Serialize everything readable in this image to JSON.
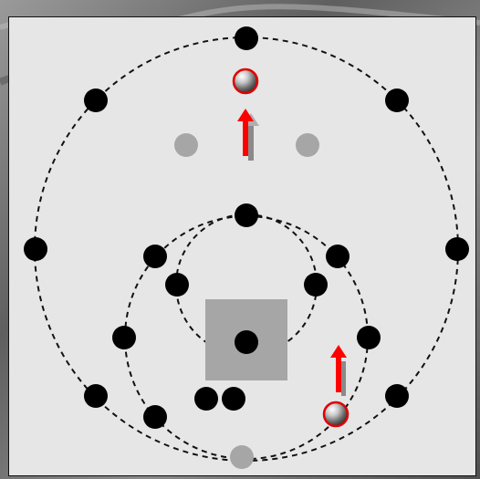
{
  "scene": {
    "colors": {
      "panel": "#e6e6e6",
      "ring": "#111111",
      "node": "#000000",
      "node_inactive": "#a6a6a6",
      "center_square": "#a6a6a6",
      "arrow_primary": "#ff0000",
      "arrow_shadow": "#8a8a8a",
      "marker_outline": "#e00000",
      "backdrop": "#7a7a7a"
    },
    "elements": {
      "outer_ring": "dashed",
      "middle_ring": "dashed",
      "inner_ring": "dashed",
      "center_square": "filled",
      "markers": 2,
      "arrows": 2,
      "inactive_nodes": 3
    }
  }
}
